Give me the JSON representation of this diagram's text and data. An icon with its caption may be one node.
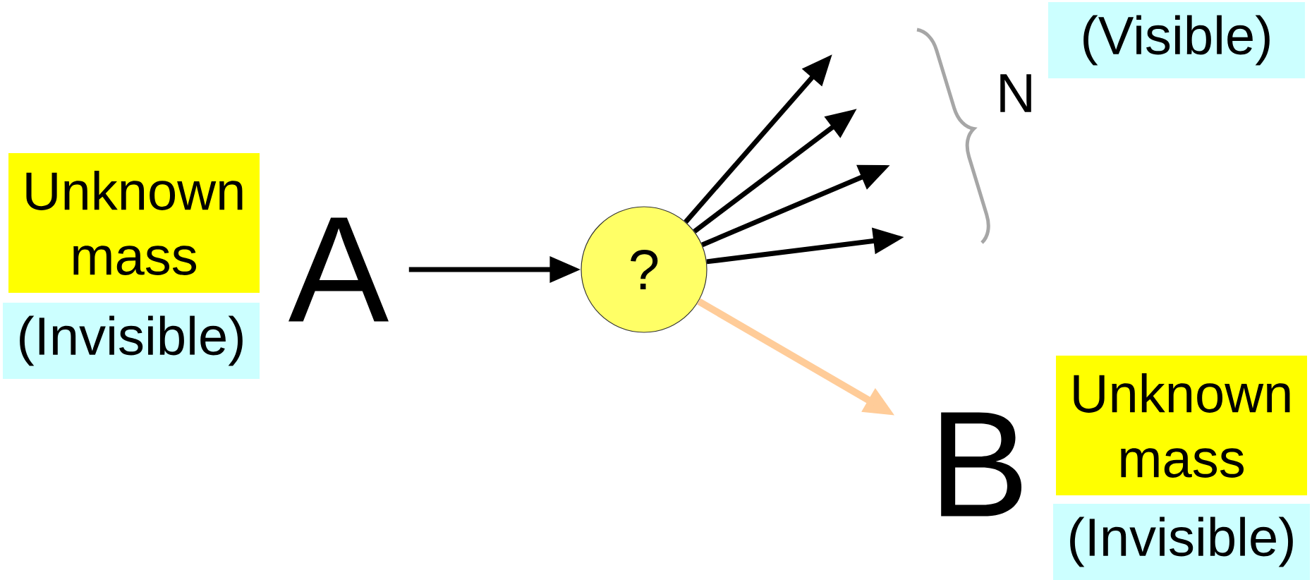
{
  "diagram": {
    "nodes": [
      {
        "text": [
          "Unknown mass"
        ]
      },
      {
        "text": [
          "(Invisible)"
        ]
      },
      {
        "text": [
          "A"
        ]
      },
      {
        "text": [
          "?"
        ]
      },
      {
        "text": [
          "(Visible)"
        ]
      },
      {
        "text": [
          "B"
        ]
      },
      {
        "text": [
          "Unknown mass"
        ]
      },
      {
        "text": [
          "(Invisible)"
        ]
      }
    ],
    "edges": [
      {
        "from": 2,
        "to": 3,
        "arrow": "to"
      },
      {
        "from": 3,
        "to": null,
        "arrow": "to"
      },
      {
        "from": 3,
        "to": null,
        "arrow": "to"
      },
      {
        "from": 3,
        "to": null,
        "arrow": "to"
      },
      {
        "from": 3,
        "to": null,
        "arrow": "to"
      },
      {
        "from": 3,
        "to": 5,
        "arrow": "to",
        "color": "#ffcc99"
      }
    ],
    "labels": [
      "N"
    ]
  }
}
